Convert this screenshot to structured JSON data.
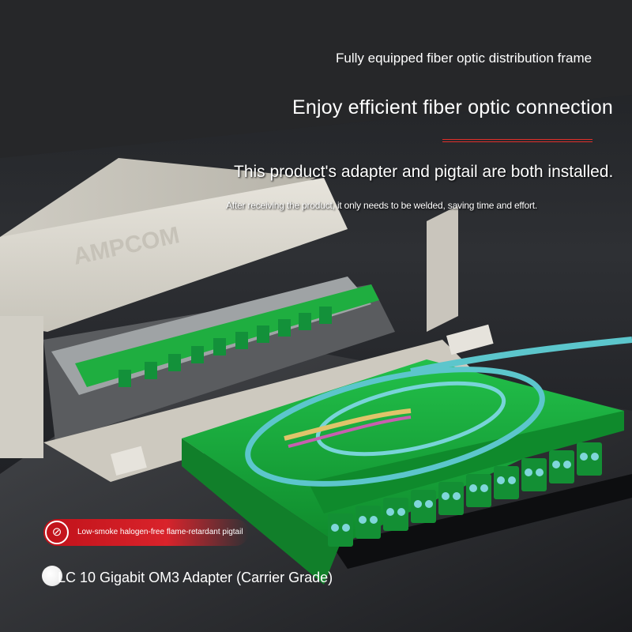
{
  "headline": {
    "line1": "Fully equipped fiber optic distribution frame",
    "line2": "Enjoy efficient fiber optic connection",
    "line3": "This product's adapter and pigtail are both installed.",
    "line4": "After receiving the product, it only needs to be welded, saving time and effort."
  },
  "chassis_logo": "AMPCOM",
  "badge": {
    "icon": "flame-retardant-icon",
    "label": "Low-smoke halogen-free flame-retardant pigtail"
  },
  "adapter_caption": "LC 10 Gigabit OM3 Adapter (Carrier Grade)",
  "colors": {
    "tray_green": "#18a83a",
    "fiber_aqua": "#5cc6cc",
    "chassis": "#d9d6cd",
    "accent_red": "#d9232b",
    "background": "#2a2c30"
  }
}
